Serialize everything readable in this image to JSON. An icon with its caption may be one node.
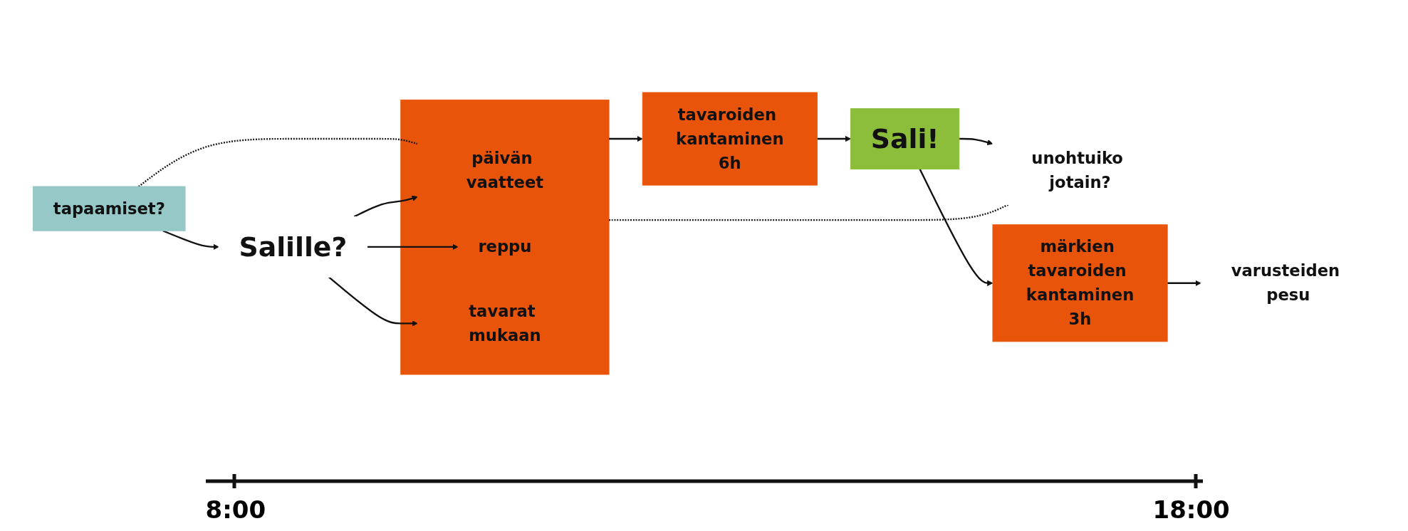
{
  "diagram": {
    "nodes": [
      {
        "text": [
          "tapaamiset?"
        ]
      },
      {
        "text": [
          "Salille?"
        ]
      },
      {
        "text": [],
        "shape": "box"
      },
      {
        "text": [
          "päivän vaatteet"
        ],
        "in": 2
      },
      {
        "text": [
          "reppu"
        ],
        "in": 2
      },
      {
        "text": [
          "tavarat mukaan"
        ],
        "in": 2
      },
      {
        "text": [
          "tavaroiden kantaminen",
          "6h"
        ]
      },
      {
        "text": [
          "Sali!"
        ]
      },
      {
        "text": [
          "unohtuiko jotain?"
        ]
      },
      {
        "text": [
          "märkien tavaroiden kantaminen",
          "3h"
        ]
      },
      {
        "text": [
          "varusteiden pesu"
        ]
      }
    ],
    "edges": [
      {
        "from": 0,
        "to": 1,
        "arrow": "to"
      },
      {
        "from": 0,
        "to": 3,
        "arrow": "none",
        "style": "dashed"
      },
      {
        "from": 1,
        "to": 3,
        "arrow": "to"
      },
      {
        "from": 1,
        "to": 4,
        "arrow": "to"
      },
      {
        "from": 1,
        "to": 5,
        "arrow": "to"
      },
      {
        "from": 2,
        "to": 6,
        "arrow": "to"
      },
      {
        "from": 6,
        "to": 7,
        "arrow": "to"
      },
      {
        "from": 7,
        "to": 8,
        "arrow": "to"
      },
      {
        "from": 2,
        "to": 8,
        "arrow": "none",
        "style": "dashed"
      },
      {
        "from": 7,
        "to": 9,
        "arrow": "to"
      },
      {
        "from": 9,
        "to": 10,
        "arrow": "to"
      }
    ],
    "labels": [
      "8:00",
      "18:00"
    ]
  }
}
